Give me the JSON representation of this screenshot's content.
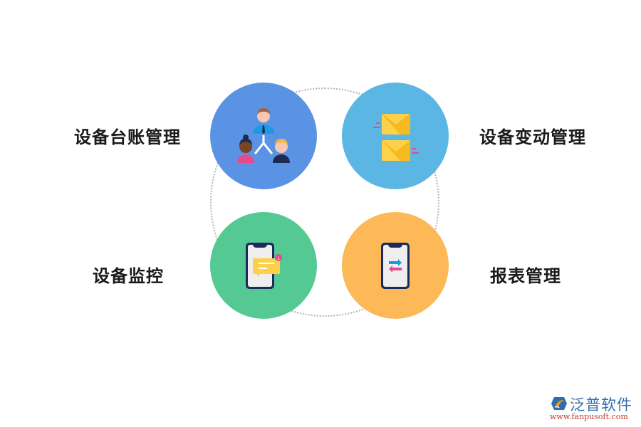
{
  "diagram": {
    "items": [
      {
        "label": "设备台账管理",
        "icon": "org-chart-people-icon",
        "color": "#5b93e4"
      },
      {
        "label": "设备变动管理",
        "icon": "envelopes-icon",
        "color": "#5bb6e4"
      },
      {
        "label": "设备监控",
        "icon": "phone-notification-icon",
        "color": "#55c993"
      },
      {
        "label": "报表管理",
        "icon": "phone-exchange-icon",
        "color": "#fdb957"
      }
    ],
    "ring_color": "#b5b5b5"
  },
  "logo": {
    "name": "泛普软件",
    "url": "www.fanpusoft.com"
  }
}
